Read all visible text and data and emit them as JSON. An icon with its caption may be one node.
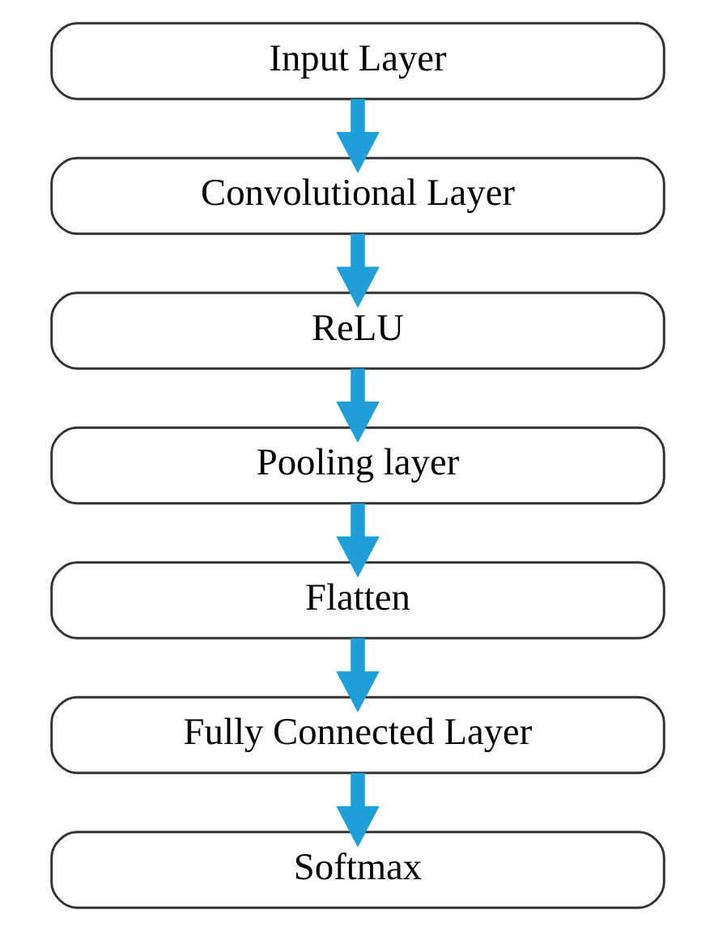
{
  "diagram": {
    "nodes": [
      {
        "text": [
          "Input Layer"
        ]
      },
      {
        "text": [
          "Convolutional Layer"
        ]
      },
      {
        "text": [
          "ReLU"
        ]
      },
      {
        "text": [
          "Pooling layer"
        ]
      },
      {
        "text": [
          "Flatten"
        ]
      },
      {
        "text": [
          "Fully Connected Layer"
        ]
      },
      {
        "text": [
          "Softmax"
        ]
      }
    ],
    "edges": [
      {
        "from": 0,
        "to": 1,
        "arrow": "to"
      },
      {
        "from": 1,
        "to": 2,
        "arrow": "to"
      },
      {
        "from": 2,
        "to": 3,
        "arrow": "to"
      },
      {
        "from": 3,
        "to": 4,
        "arrow": "to"
      },
      {
        "from": 4,
        "to": 5,
        "arrow": "to"
      },
      {
        "from": 5,
        "to": 6,
        "arrow": "to"
      }
    ]
  }
}
